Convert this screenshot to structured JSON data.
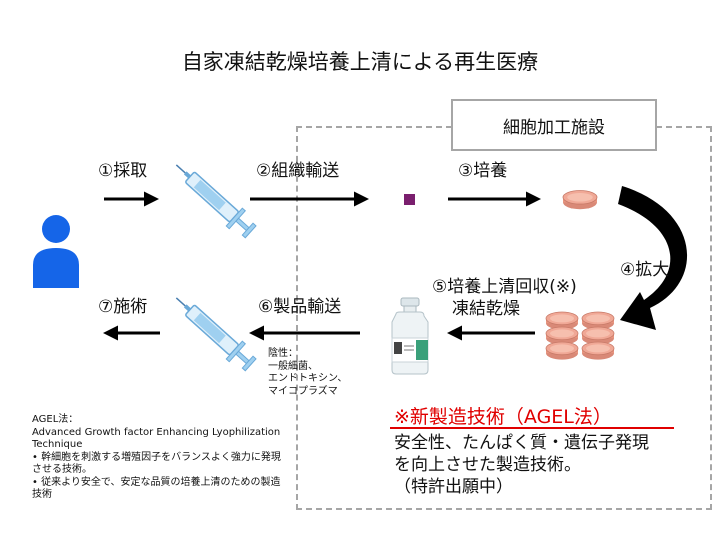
{
  "title": "自家凍結乾燥培養上清による再生医療",
  "facility_label": "細胞加工施設",
  "steps": {
    "s1": "①採取",
    "s2": "②組織輸送",
    "s3": "③培養",
    "s4": "④拡大",
    "s5_line1": "⑤培養上清回収(※)",
    "s5_line2": "凍結乾燥",
    "s6": "⑥製品輸送",
    "s7": "⑦施術"
  },
  "negative_note": [
    "陰性：",
    "一般細菌、",
    "エンドトキシン、",
    "マイコプラズマ"
  ],
  "agel_note": [
    "AGEL法：",
    "Advanced Growth factor Enhancing Lyophilization",
    "Technique",
    "• 幹細胞を刺激する増殖因子をバランスよく強力に発現",
    "させる技術。",
    "• 従来より安全で、安定な品質の培養上清のための製造",
    "技術"
  ],
  "new_tech_title": "※新製造技術（AGEL法）",
  "description": [
    "安全性、たんぱく質・遺伝子発現",
    "を向上させた製造技術。",
    "（特許出願中）"
  ],
  "colors": {
    "person_blue": "#1565e8",
    "tissue_purple": "#7a1f6e",
    "dish_fill": "#f0a896",
    "accent_red": "#e00000",
    "frame_gray": "#a6a6a6"
  },
  "icons": {
    "person": "person-icon",
    "syringe": "syringe-icon",
    "tissue": "tissue-square-icon",
    "dish": "petri-dish-icon",
    "vial": "vial-icon"
  }
}
